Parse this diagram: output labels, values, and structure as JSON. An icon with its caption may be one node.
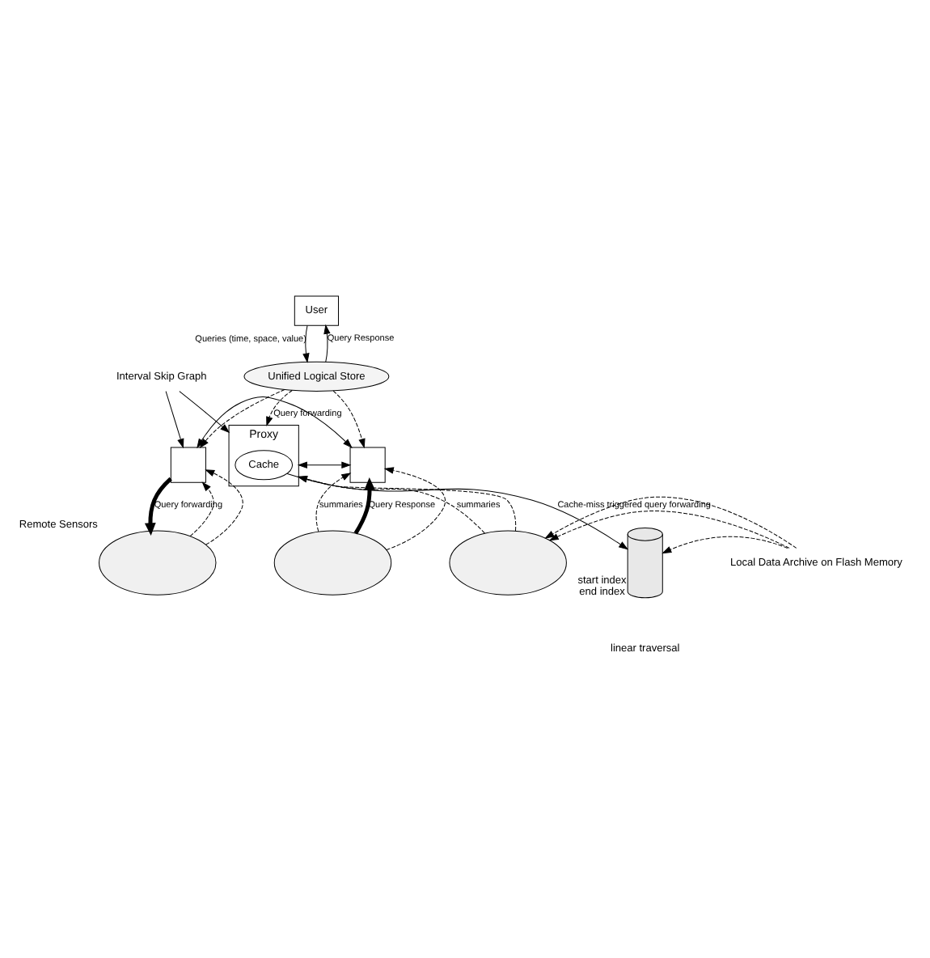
{
  "diagram": {
    "nodes": [
      {
        "text": [
          "User"
        ]
      },
      {
        "text": [
          "Unified Logical Store"
        ]
      },
      {
        "text": [],
        "shape": "box"
      },
      {
        "text": [],
        "shape": "box"
      },
      {
        "text": [
          "Proxy"
        ]
      },
      {
        "text": [
          "Cache"
        ],
        "in": 4
      },
      {
        "text": [],
        "shape": "ellipse",
        "beside": [
          "Remote Sensors"
        ]
      },
      {
        "text": [],
        "shape": "ellipse"
      },
      {
        "text": [],
        "shape": "ellipse"
      },
      {
        "text": [],
        "shape": "cylinder",
        "beside": [
          "start index",
          "end index"
        ]
      },
      {
        "text": [
          "Interval Skip Graph"
        ]
      },
      {
        "text": [
          "Local Data Archive on Flash Memory"
        ]
      }
    ],
    "edges": [
      {
        "from": 1,
        "to": 0,
        "arrow": "to",
        "label": "Query Response"
      },
      {
        "from": 0,
        "to": 1,
        "arrow": "to",
        "label": "Queries (time, space, value)"
      },
      {
        "from": 1,
        "to": 2,
        "arrow": "to",
        "style": "dashed"
      },
      {
        "from": 1,
        "to": 3,
        "arrow": "to",
        "style": "dashed"
      },
      {
        "from": 1,
        "to": 4,
        "arrow": "to",
        "style": "dashed",
        "label": "Query forwarding"
      },
      {
        "from": 10,
        "to": 2,
        "arrow": "to"
      },
      {
        "from": 10,
        "to": 4,
        "arrow": "to"
      },
      {
        "from": 2,
        "to": 3,
        "arrow": "both"
      },
      {
        "from": 3,
        "to": 4,
        "arrow": "both"
      },
      {
        "from": 2,
        "to": 6,
        "arrow": "to",
        "style": "thick",
        "label": "Query forwarding"
      },
      {
        "from": 6,
        "to": 2,
        "arrow": "to",
        "style": "dashed"
      },
      {
        "from": 6,
        "to": 2,
        "arrow": "to",
        "style": "dashed"
      },
      {
        "from": 7,
        "to": 3,
        "arrow": "to",
        "style": "dashed",
        "label": "summaries"
      },
      {
        "from": 7,
        "to": 3,
        "arrow": "to",
        "style": "thick",
        "label": "Query Response"
      },
      {
        "from": 7,
        "to": 3,
        "arrow": "to",
        "style": "dashed"
      },
      {
        "from": 8,
        "to": 4,
        "arrow": "to",
        "style": "dashed",
        "label": "summaries"
      },
      {
        "from": 8,
        "to": 4,
        "arrow": "to",
        "style": "dashed"
      },
      {
        "from": 5,
        "to": 9,
        "arrow": "to",
        "label": "Cache-miss triggered query forwarding"
      },
      {
        "from": 11,
        "to": 8,
        "arrow": "to",
        "style": "dashed"
      },
      {
        "from": 11,
        "to": 8,
        "arrow": "to",
        "style": "dashed"
      },
      {
        "from": 11,
        "to": 9,
        "arrow": "to",
        "style": "dashed"
      }
    ],
    "labels": [
      "linear traversal"
    ]
  }
}
